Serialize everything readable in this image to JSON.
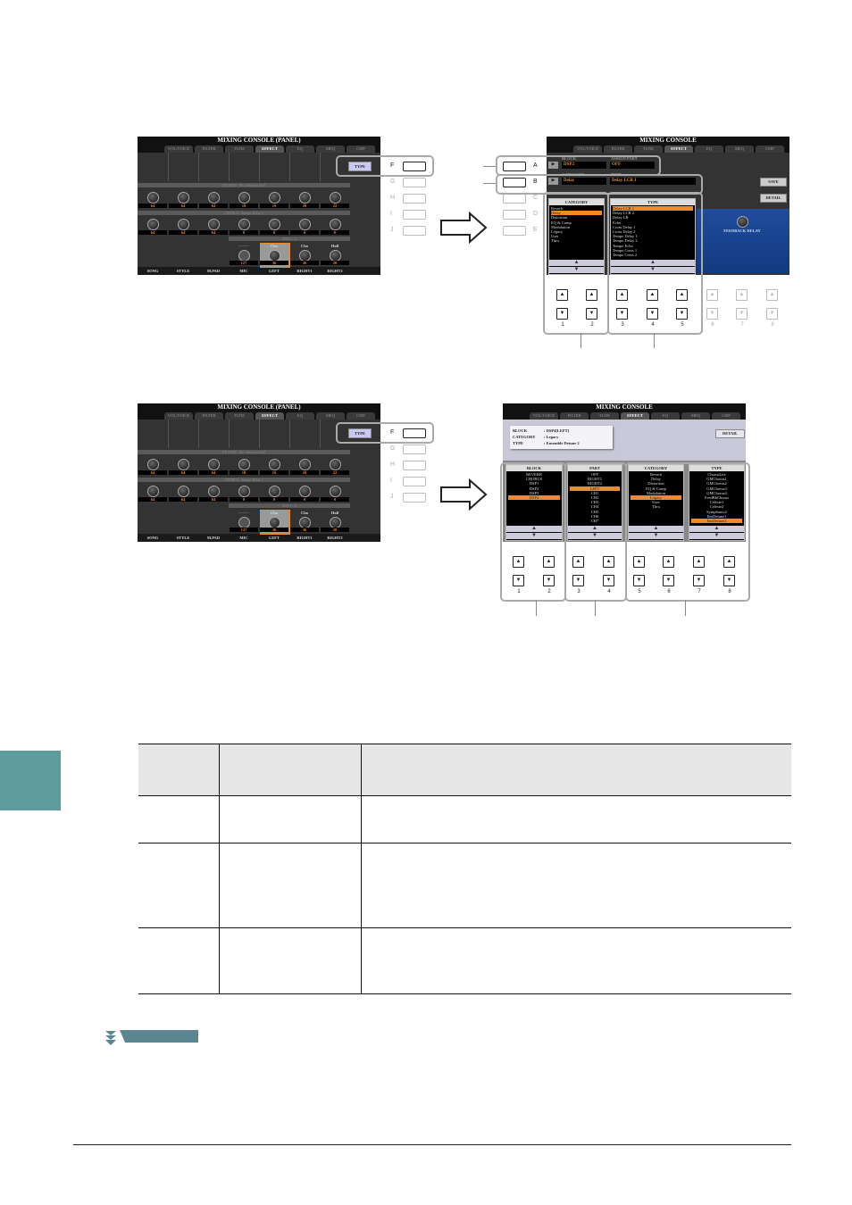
{
  "mixer_panel": {
    "title": "MIXING CONSOLE (PANEL)",
    "tabs": [
      "VOL/VOICE",
      "FILTER",
      "TUNE",
      "EFFECT",
      "EQ",
      "MEQ",
      "CMP"
    ],
    "active_tab": 3,
    "type_button": "TYPE",
    "reverb_header": "REVERB : Rev Medium Hall",
    "reverb_values": [
      "64",
      "64",
      "64",
      "18",
      "19",
      "20",
      "22"
    ],
    "chorus_header": "CHORUS : Tempo Delay 1",
    "chorus_values": [
      "64",
      "64",
      "64",
      "0",
      "0",
      "0",
      "0"
    ],
    "dsp_header": "DSP 2 - 4",
    "dsp_labels": [
      "--------",
      "Cho",
      "Cho",
      "Hall"
    ],
    "dsp_values": [
      "127",
      "36",
      "36",
      "20"
    ],
    "parts": [
      "SONG",
      "STYLE",
      "M.PAD",
      "MIC",
      "LEFT",
      "RIGHT1",
      "RIGHT2"
    ]
  },
  "figure1": {
    "side_buttons_left": [
      "F",
      "G",
      "H",
      "I",
      "J"
    ],
    "side_buttons_right": [
      "A",
      "B",
      "C",
      "D",
      "E"
    ],
    "panel": {
      "title": "MIXING CONSOLE",
      "block_label": "BLOCK",
      "block_value": "DSP2",
      "assign_label": "ASSIGN PART",
      "assign_value": "OFF",
      "category_label": "CATEGORY",
      "category_value": "Delay",
      "type_label": "TYPE",
      "type_value": "Delay LCR 1",
      "save_button": "SAVE",
      "detail_button": "DETAIL",
      "category_list": {
        "header": "CATEGORY",
        "items": [
          "Reverb",
          "Delay",
          "Distortion",
          "EQ & Comp",
          "Modulation",
          "Legacy",
          "User",
          "Thru"
        ],
        "selected": 1
      },
      "type_list": {
        "header": "TYPE",
        "items": [
          "Delay LCR 1",
          "Delay LCR 2",
          "Delay LR",
          "Echo",
          "Cross Delay 1",
          "Cross Delay 2",
          "Tempo Delay 1",
          "Tempo Delay 2",
          "Tempo Echo",
          "Tempo Cross 1",
          "Tempo Cross 2"
        ],
        "selected": 0
      },
      "knob_label": "FEEDBACK DELAY"
    },
    "bottom_buttons": [
      "1",
      "2",
      "3",
      "4",
      "5",
      "6",
      "7",
      "8"
    ]
  },
  "figure2": {
    "side_buttons_left": [
      "F",
      "G",
      "H",
      "I",
      "J"
    ],
    "panel": {
      "title": "MIXING CONSOLE",
      "info": [
        [
          "BLOCK",
          ": DSP4[LEFT]"
        ],
        [
          "CATEGORY",
          ": Legacy"
        ],
        [
          "TYPE",
          ": Ensemble Detune 2"
        ]
      ],
      "detail_button": "DETAIL",
      "lists": [
        {
          "header": "BLOCK",
          "items": [
            "REVERB",
            "CHORUS",
            "DSP1",
            "DSP2",
            "DSP3",
            "DSP4"
          ],
          "selected": 5
        },
        {
          "header": "PART",
          "items": [
            "OFF",
            "RIGHT1",
            "RIGHT2",
            "LEFT",
            "CH1",
            "CH2",
            "CH3",
            "CH4",
            "CH5",
            "CH6",
            "CH7"
          ],
          "selected": 3
        },
        {
          "header": "CATEGORY",
          "items": [
            "Reverb",
            "Delay",
            "Distortion",
            "EQ & Comp",
            "Modulation",
            "Legacy",
            "User",
            "Thru"
          ],
          "selected": 5
        },
        {
          "header": "TYPE",
          "items": [
            "ChorusLite",
            "GMChorus1",
            "GMChorus2",
            "GMChorus3",
            "GMChorus4",
            "FeedBkChorus",
            "Celeste1",
            "Celeste2",
            "Symphonic2",
            "EnsDetune1",
            "EnsDetune2"
          ],
          "selected": 10
        }
      ]
    },
    "bottom_buttons": [
      "1",
      "2",
      "3",
      "4",
      "5",
      "6",
      "7",
      "8"
    ]
  },
  "colors": {
    "accent": "#f08a24",
    "side_tab": "#5c9c9c",
    "note_bar": "#5b8590",
    "table_header": "#e6e6e6"
  }
}
